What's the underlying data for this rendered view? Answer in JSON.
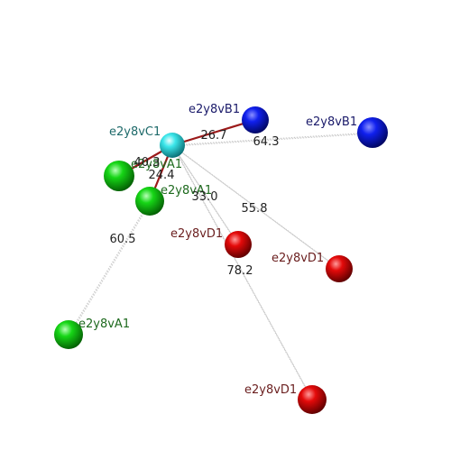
{
  "colors": {
    "cyan_atom": "#22e0e6",
    "blue_atom": "#0a18e0",
    "green_atom": "#12d412",
    "red_atom": "#e00808",
    "bond": "#9b1a1a",
    "distance_line": "#c8c8c8",
    "label_cyan": "#1e6a6a",
    "label_blue": "#1a1a6a",
    "label_green": "#1e6a1e",
    "label_red": "#6a1e1e"
  },
  "atoms": [
    {
      "id": "c1",
      "label": "e2y8vC1",
      "color_key": "cyan"
    },
    {
      "id": "b1a",
      "label": "e2y8vB1",
      "color_key": "blue"
    },
    {
      "id": "b1b",
      "label": "e2y8vB1",
      "color_key": "blue"
    },
    {
      "id": "a1a",
      "label": "e2y8vA1",
      "color_key": "green"
    },
    {
      "id": "a1b",
      "label": "e2y8vA1",
      "color_key": "green"
    },
    {
      "id": "a1c",
      "label": "e2y8vA1",
      "color_key": "green"
    },
    {
      "id": "d1a",
      "label": "e2y8vD1",
      "color_key": "red"
    },
    {
      "id": "d1b",
      "label": "e2y8vD1",
      "color_key": "red"
    },
    {
      "id": "d1c",
      "label": "e2y8vD1",
      "color_key": "red"
    }
  ],
  "measurements": [
    {
      "from": "c1",
      "to": "b1a",
      "value": "26.7",
      "kind": "bond"
    },
    {
      "from": "c1",
      "to": "b1b",
      "value": "64.3",
      "kind": "distance"
    },
    {
      "from": "c1",
      "to": "a1a",
      "value": "40.3",
      "kind": "bond"
    },
    {
      "from": "c1",
      "to": "a1b",
      "value": "24.4",
      "kind": "bond"
    },
    {
      "from": "c1",
      "to": "d1a",
      "value": "33.0",
      "kind": "distance"
    },
    {
      "from": "c1",
      "to": "d1b",
      "value": "55.8",
      "kind": "distance"
    },
    {
      "from": "c1",
      "to": "d1c",
      "value": "78.2",
      "kind": "distance"
    },
    {
      "from": "a1b",
      "to": "a1c",
      "value": "60.5",
      "kind": "distance"
    }
  ]
}
